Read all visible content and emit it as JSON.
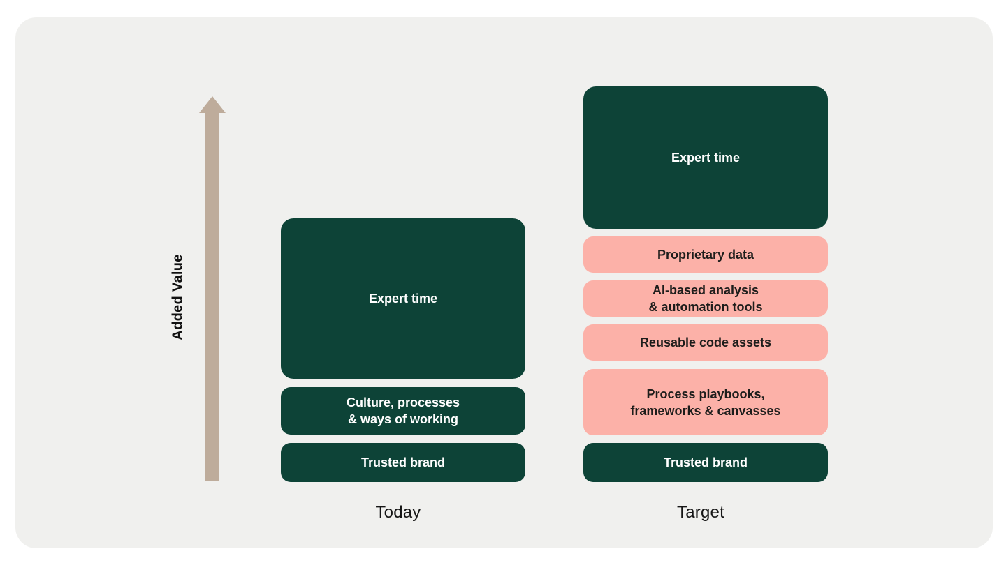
{
  "colors": {
    "page_bg": "#ffffff",
    "panel_bg": "#f0f0ee",
    "block_green": "#0d4337",
    "block_pink": "#fcb1a8",
    "arrow_tan": "#beac9b",
    "text_on_green": "#ffffff",
    "text_on_pink": "#1d1d1b",
    "label_dark": "#161616"
  },
  "axis": {
    "label": "Added Value"
  },
  "columns": {
    "today": {
      "label": "Today",
      "blocks": {
        "expert_time": {
          "text": "Expert time",
          "color": "#0d4337"
        },
        "culture": {
          "text": "Culture, processes\n& ways of working",
          "color": "#0d4337"
        },
        "trusted_brand": {
          "text": "Trusted brand",
          "color": "#0d4337"
        }
      }
    },
    "target": {
      "label": "Target",
      "blocks": {
        "expert_time": {
          "text": "Expert time",
          "color": "#0d4337"
        },
        "proprietary_data": {
          "text": "Proprietary data",
          "color": "#fcb1a8"
        },
        "ai_tools": {
          "text": "AI-based analysis\n& automation tools",
          "color": "#fcb1a8"
        },
        "code_assets": {
          "text": "Reusable code assets",
          "color": "#fcb1a8"
        },
        "playbooks": {
          "text": "Process playbooks,\nframeworks & canvasses",
          "color": "#fcb1a8"
        },
        "trusted_brand": {
          "text": "Trusted brand",
          "color": "#0d4337"
        }
      }
    }
  }
}
